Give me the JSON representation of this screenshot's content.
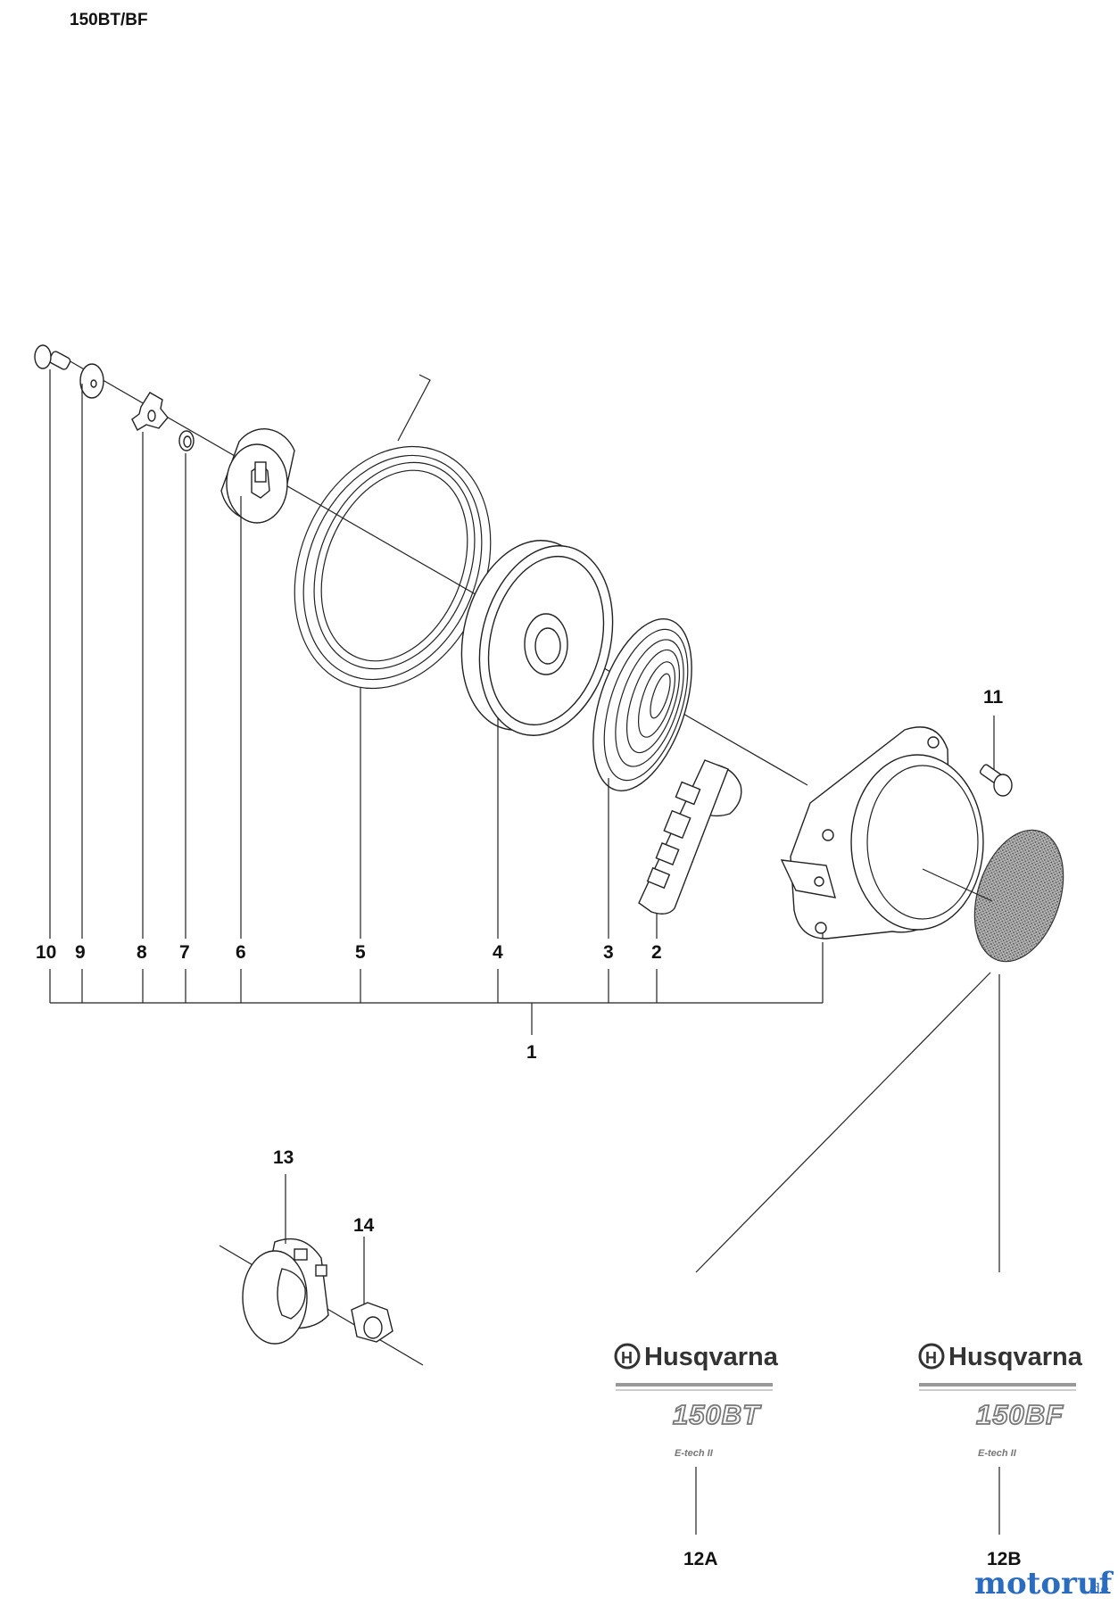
{
  "header": {
    "model_title": "150BT/BF"
  },
  "callouts": {
    "c1": "1",
    "c2": "2",
    "c3": "3",
    "c4": "4",
    "c5": "5",
    "c6": "6",
    "c7": "7",
    "c8": "8",
    "c9": "9",
    "c10": "10",
    "c11": "11",
    "c12a": "12A",
    "c12b": "12B",
    "c13": "13",
    "c14": "14"
  },
  "decals": {
    "left": {
      "brand": "Husqvarna",
      "model": "150BT",
      "sub": "E-tech II"
    },
    "right": {
      "brand": "Husqvarna",
      "model": "150BF",
      "sub": "E-tech II"
    }
  },
  "watermark": {
    "name": "motoruf",
    "tld": ".de"
  },
  "colors": {
    "line": "#222222",
    "decal_gray": "#777777",
    "mesh": "#999999",
    "watermark_m": "#2a6cc0",
    "watermark_o": "#d23a2a",
    "watermark_t": "#e0a020",
    "watermark_r": "#3a9a3a"
  }
}
